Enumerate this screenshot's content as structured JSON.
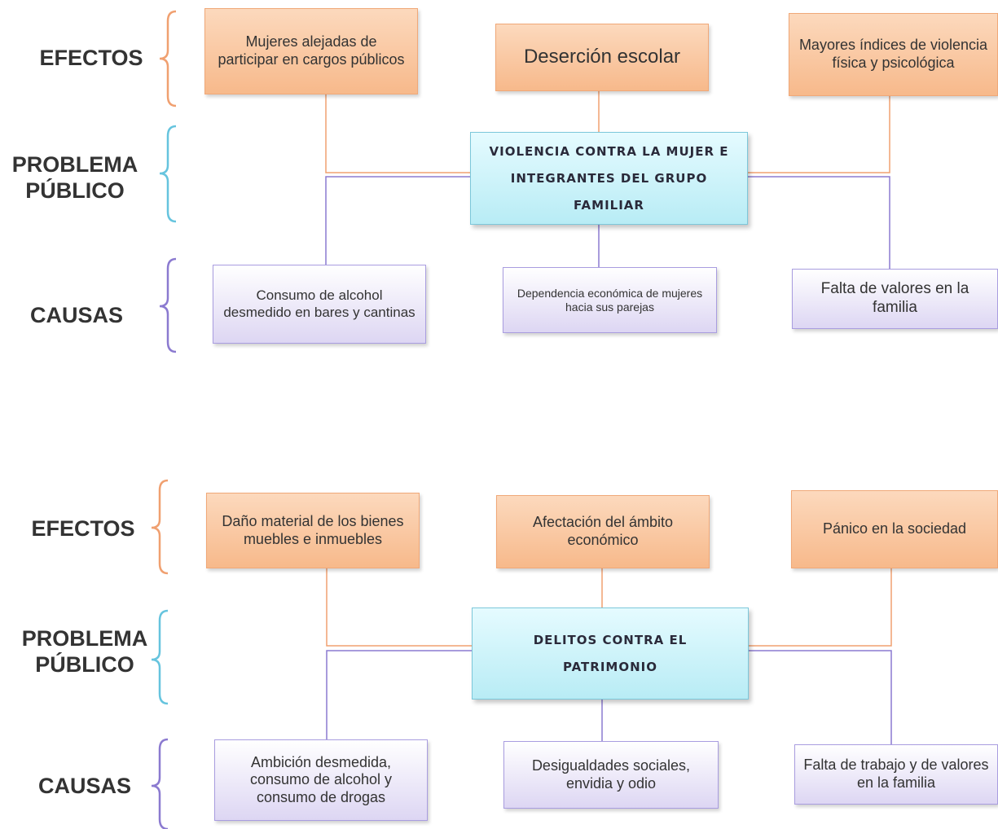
{
  "diagrams": [
    {
      "labels": {
        "effects": "EFECTOS",
        "problem": "PROBLEMA PÚBLICO",
        "causes": "CAUSAS"
      },
      "effects": [
        "Mujeres alejadas de participar en cargos públicos",
        "Deserción escolar",
        "Mayores índices de violencia física y psicológica"
      ],
      "problem": "Violencia contra la mujer e integrantes del grupo familiar",
      "causes": [
        "Consumo de alcohol desmedido en bares y cantinas",
        "Dependencia económica de mujeres hacia sus parejas",
        "Falta de valores en la familia"
      ]
    },
    {
      "labels": {
        "effects": "EFECTOS",
        "problem": "PROBLEMA PÚBLICO",
        "causes": "CAUSAS"
      },
      "effects": [
        "Daño material de los bienes muebles e inmuebles",
        "Afectación del ámbito económico",
        "Pánico en la sociedad"
      ],
      "problem": "Delitos contra el patrimonio",
      "causes": [
        "Ambición desmedida, consumo de alcohol y consumo de drogas",
        "Desigualdades sociales, envidia y odio",
        "Falta de trabajo y de valores en la familia"
      ]
    }
  ],
  "colors": {
    "effects": "#f0a070",
    "problem": "#66c4de",
    "causes": "#8b7ad0"
  }
}
